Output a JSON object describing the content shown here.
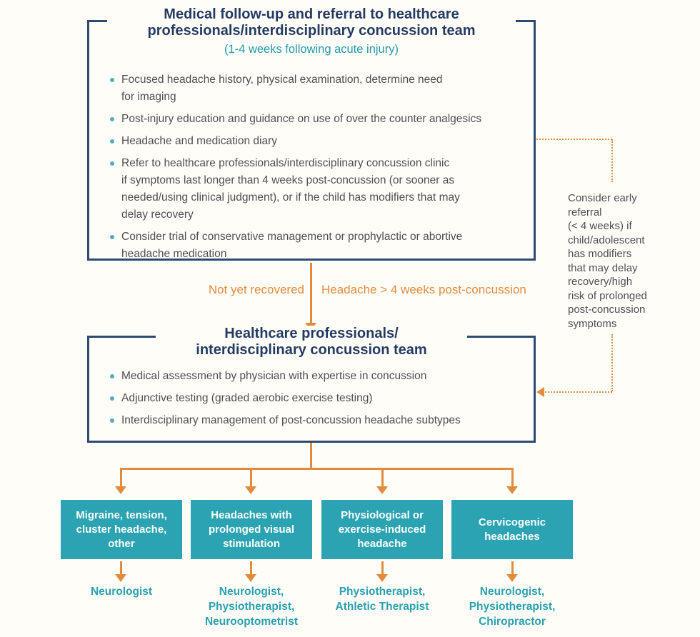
{
  "box1": {
    "title_line1": "Medical follow-up and referral to healthcare",
    "title_line2": "professionals/interdisciplinary concussion team",
    "subtitle": "(1-4 weeks following acute injury)",
    "bullets": [
      "Focused headache history, physical examination, determine need\nfor imaging",
      "Post-injury education and guidance on use of over the counter analgesics",
      "Headache and medication diary",
      "Refer to healthcare professionals/interdisciplinary concussion clinic\nif symptoms last longer than 4 weeks post-concussion (or sooner as\nneeded/using clinical judgment), or if the child has modifiers that may\ndelay recovery",
      "Consider trial of conservative management or prophylactic or abortive\nheadache medication"
    ]
  },
  "transition": {
    "left_label": "Not yet recovered",
    "right_label": "Headache > 4 weeks post-concussion"
  },
  "box2": {
    "title_line1": "Healthcare professionals/",
    "title_line2": "interdisciplinary concussion team",
    "bullets": [
      "Medical assessment by physician with expertise in concussion",
      "Adjunctive testing (graded aerobic exercise testing)",
      "Interdisciplinary management of post-concussion headache subtypes"
    ]
  },
  "side_note": "Consider early\nreferral\n(< 4 weeks) if\nchild/adolescent\nhas modifiers\nthat may delay\nrecovery/high\nrisk of prolonged\npost-concussion\nsymptoms",
  "subtypes": [
    {
      "label": "Migraine, tension,\ncluster headache,\nother",
      "referral": "Neurologist"
    },
    {
      "label": "Headaches with\nprolonged visual\nstimulation",
      "referral": "Neurologist,\nPhysiotherapist,\nNeurooptometrist"
    },
    {
      "label": "Physiological or\nexercise-induced\nheadache",
      "referral": "Physiotherapist,\nAthletic Therapist"
    },
    {
      "label": "Cervicogenic\nheadaches",
      "referral": "Neurologist,\nPhysiotherapist,\nChiropractor"
    }
  ],
  "colors": {
    "navy_border": "#2e4a73",
    "navy_text": "#243b63",
    "teal_fill": "#2ba3b2",
    "teal_text": "#2aa1af",
    "orange": "#e38b3d",
    "body_text": "#4f4f52"
  }
}
